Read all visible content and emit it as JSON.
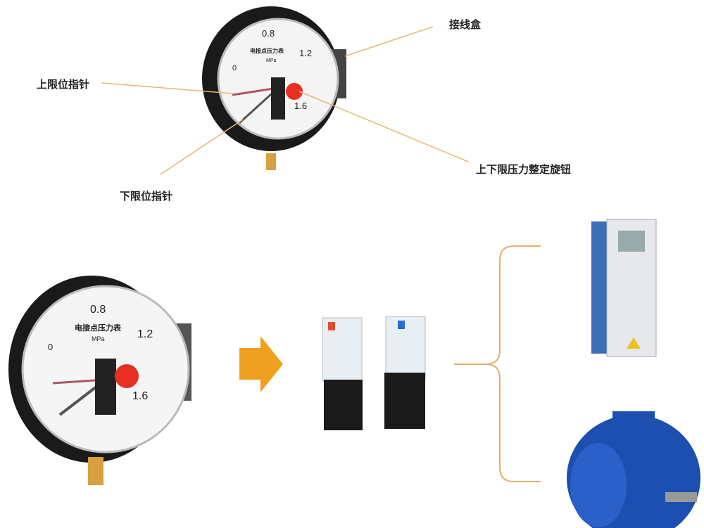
{
  "callouts": {
    "junction_box": "接线盒",
    "upper_limit_pointer": "上限位指针",
    "lower_limit_pointer": "下限位指针",
    "limit_adjust_knob": "上下限压力整定旋钮"
  },
  "gauge": {
    "title": "电接点压力表",
    "unit": "MPa",
    "scale": [
      "0",
      "0.8",
      "1.2",
      "1.6"
    ]
  },
  "colors": {
    "callout_line": "#e8b870",
    "arrow": "#f0a020",
    "brace": "#e0b070",
    "knob": "#e83020",
    "motor": "#1d4fb0"
  }
}
